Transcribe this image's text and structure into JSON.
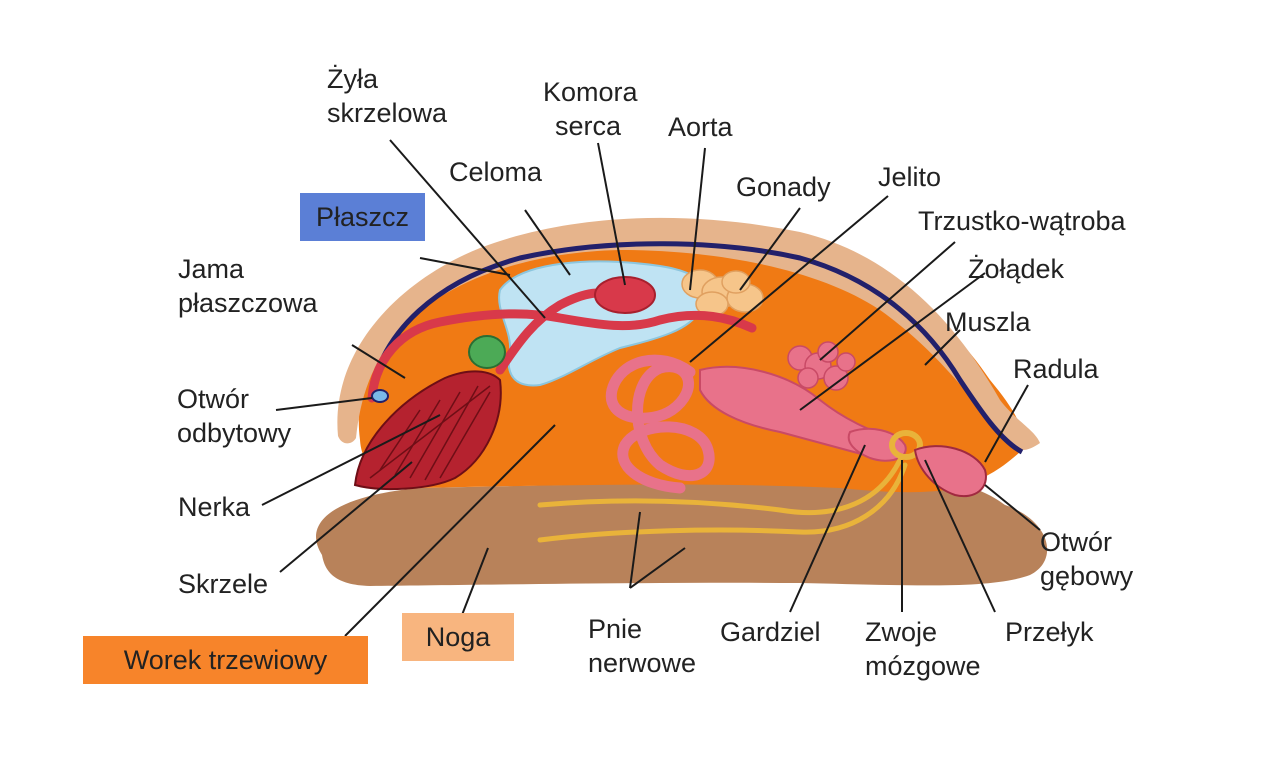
{
  "colors": {
    "plaszcz_box": "#5b7fd6",
    "worek_box": "#f7842a",
    "noga_box": "#f8b57f",
    "foot": "#b8825a",
    "body": "#f07a14",
    "shell": "#e6b48c",
    "mantle_line": "#22206b",
    "gill": "#b5222f",
    "vessel": "#d8394a",
    "intestine": "#e8728a",
    "coelom": "#bfe3f3",
    "gonad": "#f6c58a",
    "nerve": "#e9b33a"
  },
  "labels": {
    "plaszcz": "Płaszcz",
    "worek": "Worek trzewiowy",
    "noga": "Noga",
    "jama": [
      "Jama",
      "płaszczowa"
    ],
    "otwor_odbytowy": [
      "Otwór",
      "odbytowy"
    ],
    "nerka": "Nerka",
    "skrzele": "Skrzele",
    "zyla": [
      "Żyła",
      "skrzelowa"
    ],
    "celoma": "Celoma",
    "komora": [
      "Komora",
      "serca"
    ],
    "aorta": "Aorta",
    "gonady": "Gonady",
    "jelito": "Jelito",
    "trzustko": "Trzustko-wątroba",
    "zoladek": "Żołądek",
    "muszla": "Muszla",
    "radula": "Radula",
    "otwor_gebowy": [
      "Otwór",
      "gębowy"
    ],
    "przelyk": "Przełyk",
    "zwoje": [
      "Zwoje",
      "mózgowe"
    ],
    "gardziel": "Gardziel",
    "pnie": [
      "Pnie",
      "nerwowe"
    ]
  }
}
